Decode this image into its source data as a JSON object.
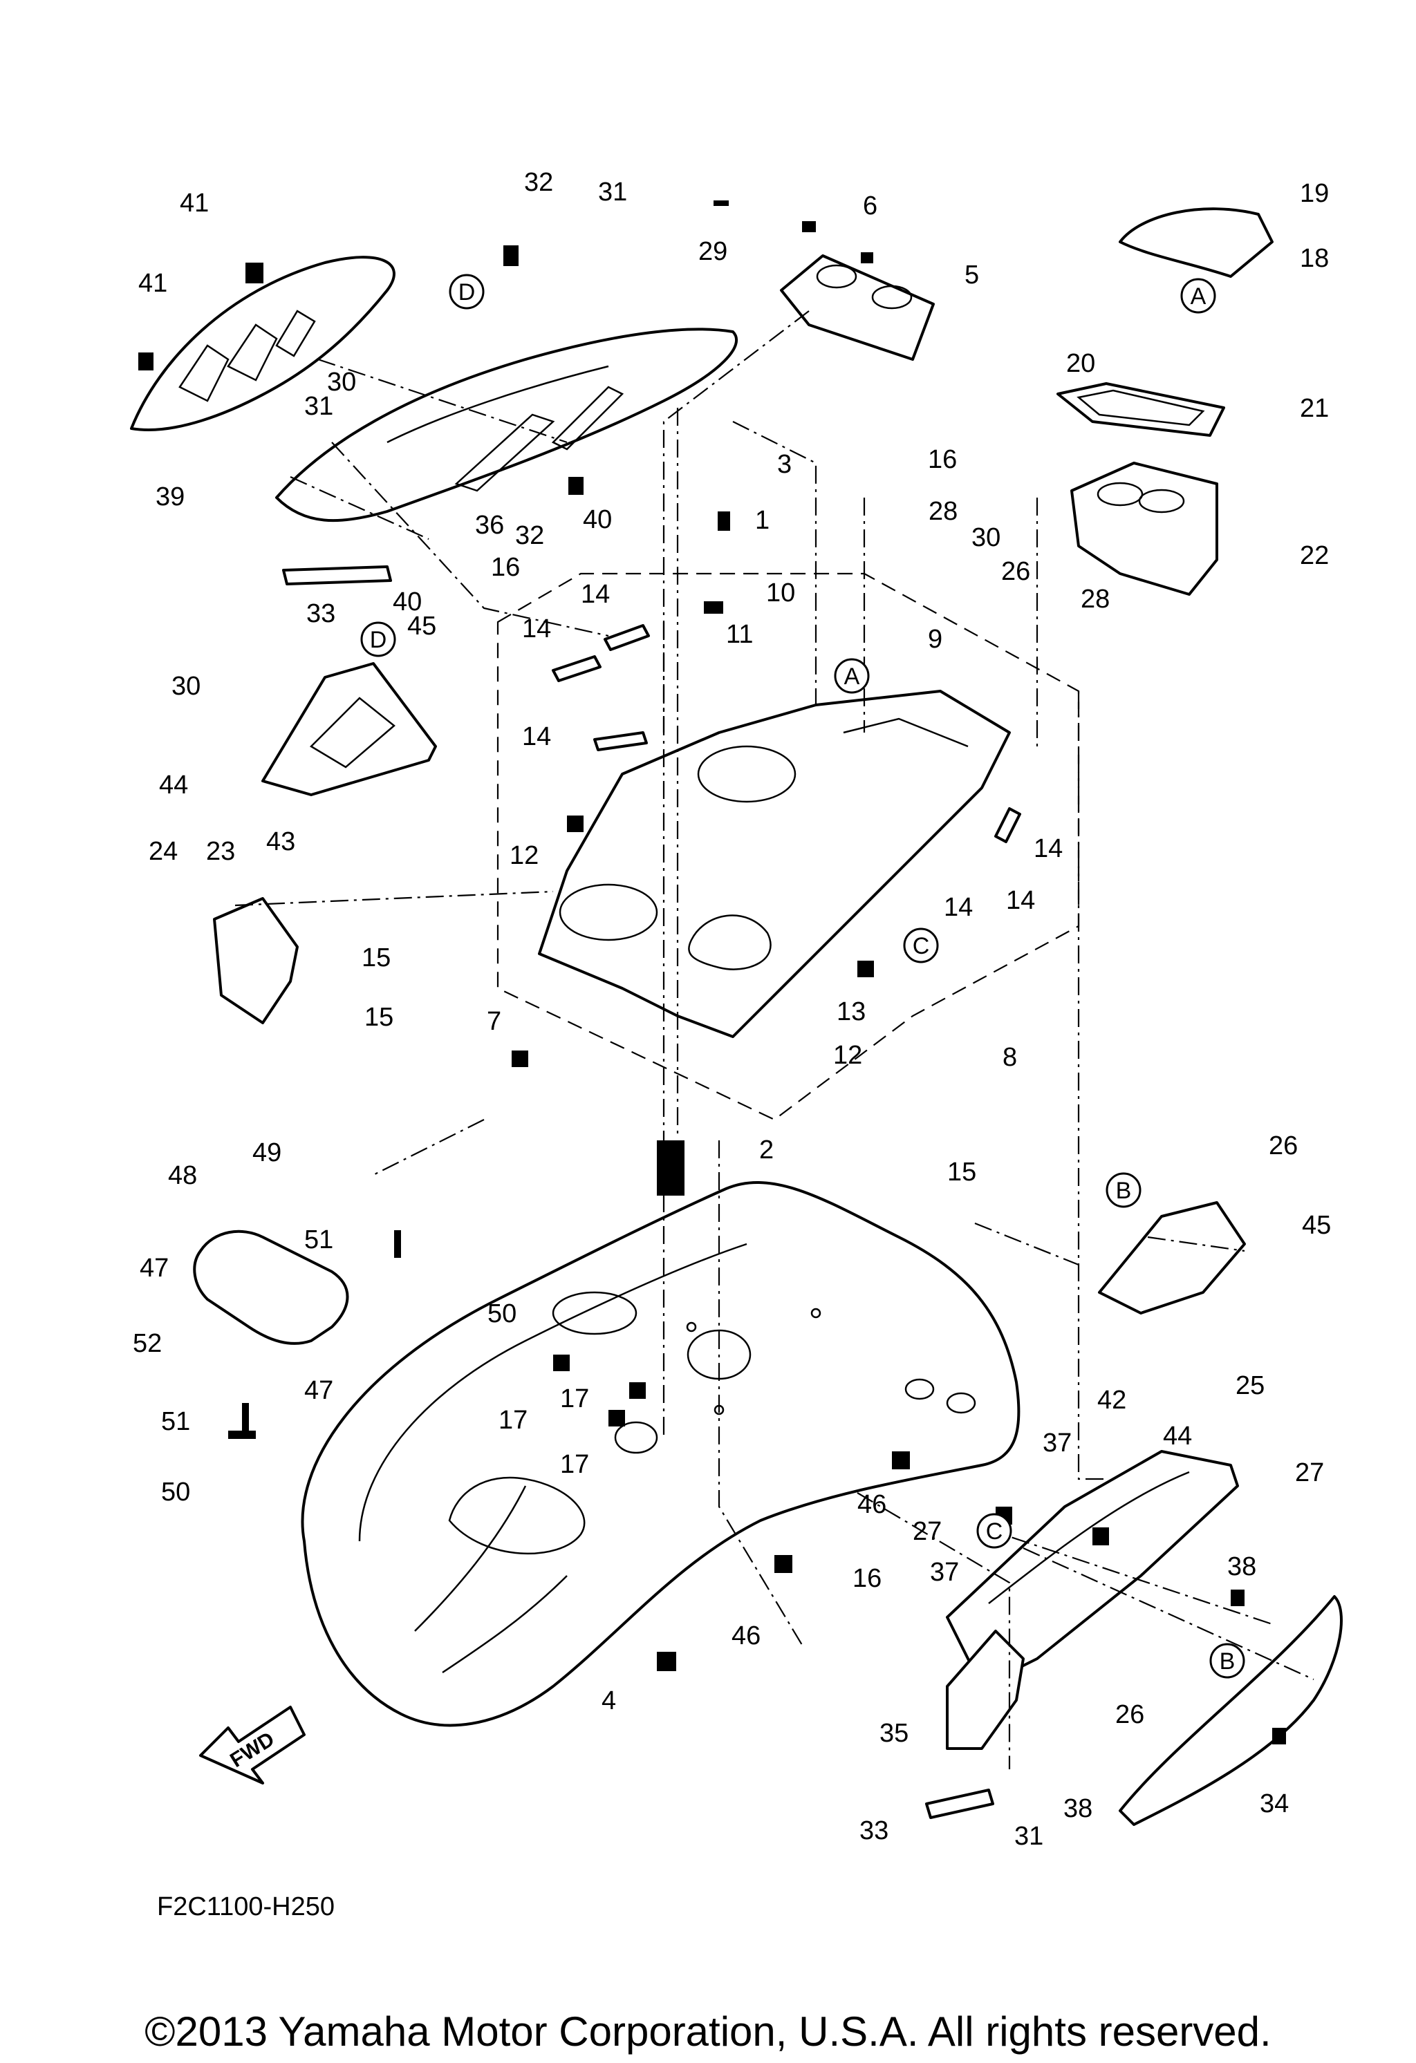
{
  "diagram_code": "F2C1100-H250",
  "fwd_label": "FWD",
  "copyright": "©2013 Yamaha Motor Corporation, U.S.A. All rights reserved.",
  "callouts": [
    "1",
    "2",
    "3",
    "4",
    "5",
    "6",
    "7",
    "8",
    "9",
    "10",
    "11",
    "12",
    "13",
    "14",
    "15",
    "16",
    "17",
    "18",
    "19",
    "20",
    "21",
    "22",
    "23",
    "24",
    "25",
    "26",
    "27",
    "28",
    "29",
    "30",
    "31",
    "32",
    "33",
    "34",
    "35",
    "36",
    "37",
    "38",
    "39",
    "40",
    "41",
    "42",
    "43",
    "44",
    "45",
    "46",
    "47",
    "48",
    "49",
    "50",
    "51",
    "52"
  ],
  "ref_markers": [
    "A",
    "B",
    "C",
    "D"
  ]
}
